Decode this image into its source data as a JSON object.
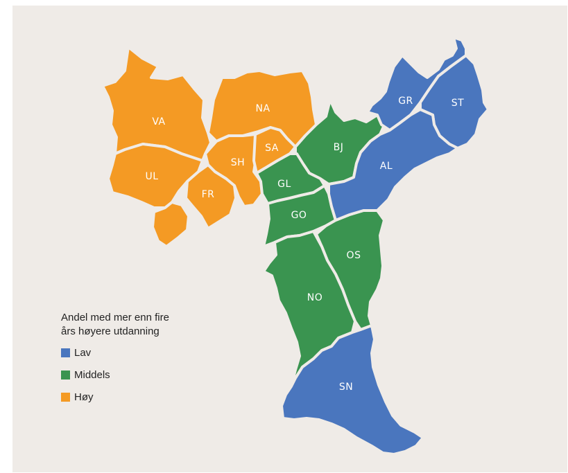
{
  "legend": {
    "title_line1": "Andel med mer enn fire",
    "title_line2": "års høyere utdanning",
    "items": [
      {
        "label": "Lav",
        "color": "#4a76be"
      },
      {
        "label": "Middels",
        "color": "#3a9450"
      },
      {
        "label": "Høy",
        "color": "#f49a24"
      }
    ]
  },
  "districts": [
    {
      "code": "VA",
      "level": "Høy"
    },
    {
      "code": "NA",
      "level": "Høy"
    },
    {
      "code": "UL",
      "level": "Høy"
    },
    {
      "code": "FR",
      "level": "Høy"
    },
    {
      "code": "SH",
      "level": "Høy"
    },
    {
      "code": "SA",
      "level": "Høy"
    },
    {
      "code": "BJ",
      "level": "Middels"
    },
    {
      "code": "GL",
      "level": "Middels"
    },
    {
      "code": "GO",
      "level": "Middels"
    },
    {
      "code": "OS",
      "level": "Middels"
    },
    {
      "code": "NO",
      "level": "Middels"
    },
    {
      "code": "GR",
      "level": "Lav"
    },
    {
      "code": "ST",
      "level": "Lav"
    },
    {
      "code": "AL",
      "level": "Lav"
    },
    {
      "code": "SN",
      "level": "Lav"
    }
  ],
  "colors": {
    "background": "#efebe7",
    "high": "#f49a24",
    "medium": "#3a9450",
    "low": "#4a76be"
  }
}
